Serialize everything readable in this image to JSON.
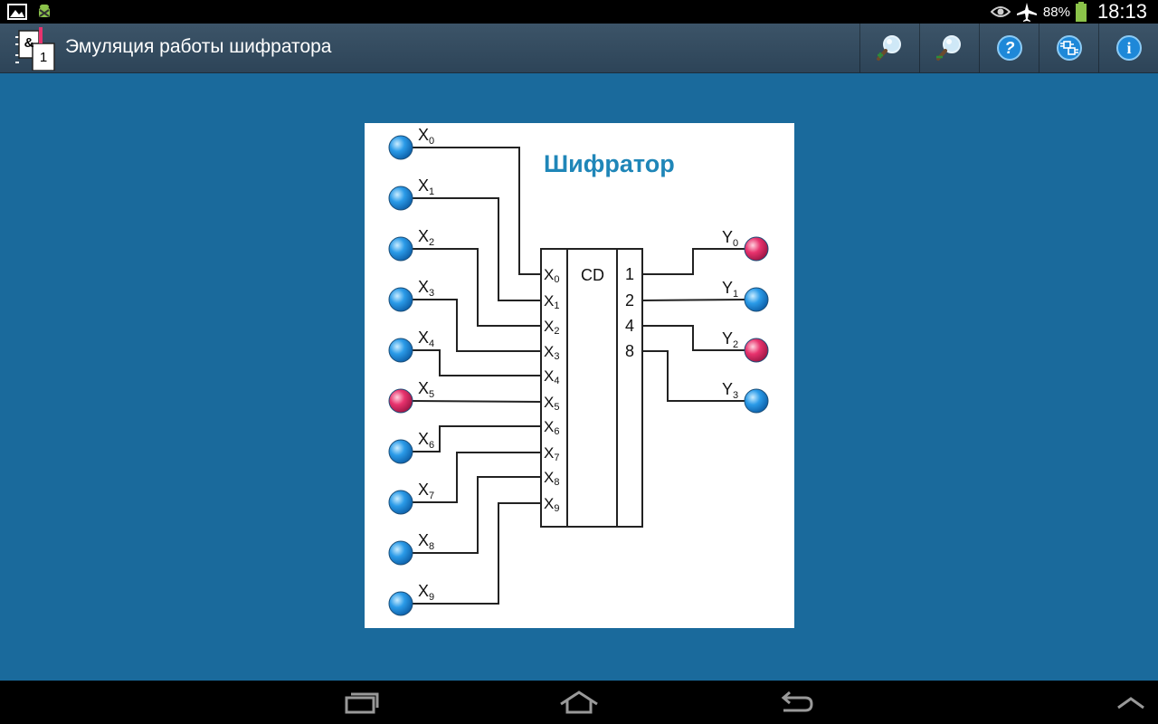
{
  "status_bar": {
    "battery_percent": "88%",
    "time": "18:13",
    "icons": [
      "gallery-icon",
      "android-debug-icon",
      "eye-icon",
      "airplane-mode-icon",
      "battery-icon"
    ]
  },
  "action_bar": {
    "title": "Эмуляция работы шифратора",
    "app_icon_text": {
      "top": "&",
      "bottom": "1"
    },
    "buttons": [
      "zoom-in-icon",
      "zoom-out-icon",
      "help-icon",
      "circuit-icon",
      "info-icon"
    ],
    "help_glyph": "?",
    "info_glyph": "i"
  },
  "diagram": {
    "title": "Шифратор",
    "block_label": "CD",
    "inputs": [
      {
        "name": "X",
        "index": "0",
        "active": false
      },
      {
        "name": "X",
        "index": "1",
        "active": false
      },
      {
        "name": "X",
        "index": "2",
        "active": false
      },
      {
        "name": "X",
        "index": "3",
        "active": false
      },
      {
        "name": "X",
        "index": "4",
        "active": false
      },
      {
        "name": "X",
        "index": "5",
        "active": true
      },
      {
        "name": "X",
        "index": "6",
        "active": false
      },
      {
        "name": "X",
        "index": "7",
        "active": false
      },
      {
        "name": "X",
        "index": "8",
        "active": false
      },
      {
        "name": "X",
        "index": "9",
        "active": false
      }
    ],
    "output_weights": [
      "1",
      "2",
      "4",
      "8"
    ],
    "outputs": [
      {
        "name": "Y",
        "index": "0",
        "active": true
      },
      {
        "name": "Y",
        "index": "1",
        "active": false
      },
      {
        "name": "Y",
        "index": "2",
        "active": true
      },
      {
        "name": "Y",
        "index": "3",
        "active": false
      }
    ]
  },
  "colors": {
    "background": "#1a6a9c",
    "led_off": "#2b9be8",
    "led_on": "#e8336e",
    "title": "#1f86b8"
  },
  "nav_bar": {
    "buttons": [
      "recent-apps-icon",
      "home-icon",
      "back-icon",
      "collapse-icon"
    ]
  }
}
